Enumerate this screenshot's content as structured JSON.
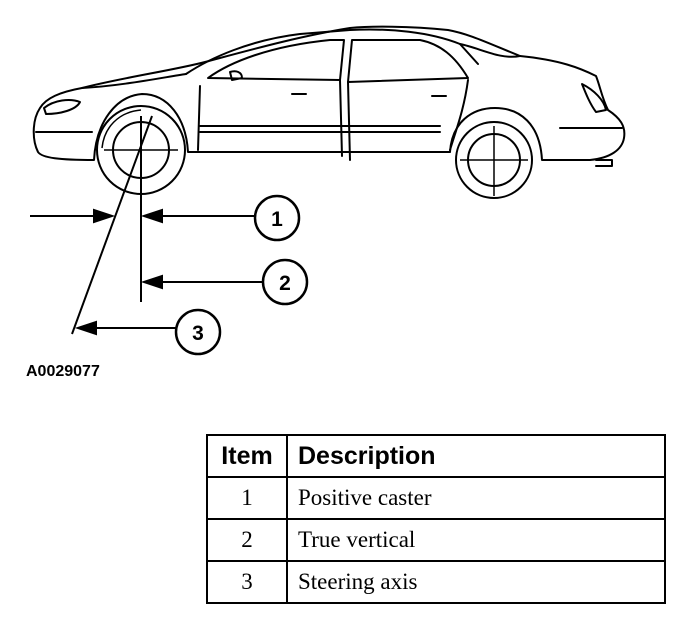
{
  "figure": {
    "figure_id": "A0029077",
    "callouts": [
      {
        "number": "1"
      },
      {
        "number": "2"
      },
      {
        "number": "3"
      }
    ]
  },
  "legend": {
    "headers": {
      "item": "Item",
      "description": "Description"
    },
    "rows": [
      {
        "item": "1",
        "description": "Positive caster"
      },
      {
        "item": "2",
        "description": "True vertical"
      },
      {
        "item": "3",
        "description": "Steering axis"
      }
    ]
  }
}
